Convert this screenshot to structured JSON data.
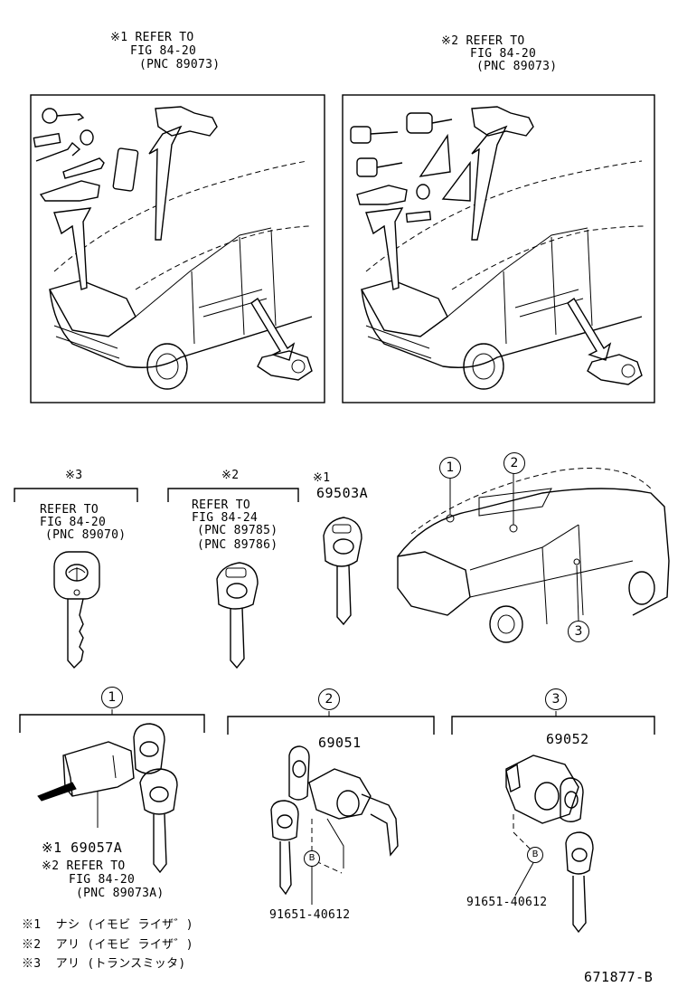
{
  "top_left_note": {
    "line1": "※1 REFER TO",
    "line2": "FIG 84-20",
    "line3": "(PNC 89073)"
  },
  "top_right_note": {
    "line1": "※2 REFER TO",
    "line2": "FIG 84-20",
    "line3": "(PNC 89073)"
  },
  "keys": {
    "k1": {
      "mark": "※3",
      "line1": "REFER TO",
      "line2": "FIG 84-20",
      "line3": "(PNC 89070)"
    },
    "k2": {
      "mark": "※2",
      "line1": "REFER TO",
      "line2": "FIG 84-24",
      "line3": "(PNC 89785)",
      "line4": "(PNC 89786)"
    },
    "k3": {
      "mark": "※1",
      "part": "69503A"
    }
  },
  "callouts": {
    "c1": "1",
    "c2": "2",
    "c3": "3"
  },
  "section1": {
    "line1": "※1 69057A",
    "line2": "※2 REFER TO",
    "line3": "FIG 84-20",
    "line4": "(PNC 89073A)"
  },
  "section2": {
    "part": "69051",
    "screw": "91651-40612",
    "b": "B"
  },
  "section3": {
    "part": "69052",
    "screw": "91651-40612",
    "b": "B"
  },
  "legend": {
    "l1": "※1  ナシ (イモビ ライザ゛)",
    "l2": "※2  アリ (イモビ ライザ゛)",
    "l3": "※3  アリ (トランスミッタ)"
  },
  "figure_id": "671877-B"
}
